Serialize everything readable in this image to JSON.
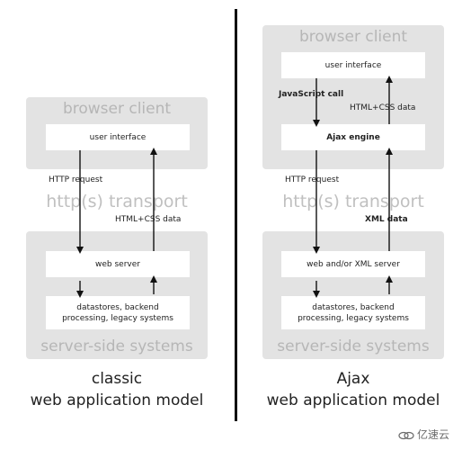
{
  "classic": {
    "browser_client": "browser client",
    "user_interface": "user interface",
    "transport": "http(s) transport",
    "http_request": "HTTP request",
    "html_css_data": "HTML+CSS data",
    "web_server": "web server",
    "datastores_line1": "datastores, backend",
    "datastores_line2": "processing, legacy systems",
    "server_side": "server-side systems",
    "caption_line1": "classic",
    "caption_line2": "web application model"
  },
  "ajax": {
    "browser_client": "browser client",
    "user_interface": "user interface",
    "javascript_call": "JavaScript call",
    "html_css_data": "HTML+CSS data",
    "ajax_engine": "Ajax engine",
    "transport": "http(s) transport",
    "http_request": "HTTP request",
    "xml_data": "XML data",
    "web_server": "web and/or XML server",
    "datastores_line1": "datastores, backend",
    "datastores_line2": "processing, legacy systems",
    "server_side": "server-side systems",
    "caption_line1": "Ajax",
    "caption_line2": "web application model"
  },
  "watermark": {
    "text": "亿速云",
    "icon": "cloud-logo-icon"
  },
  "colors": {
    "panel": "#e3e3e3",
    "box": "#ffffff",
    "label_gray": "#b6b6b6",
    "arrow": "#111111"
  }
}
